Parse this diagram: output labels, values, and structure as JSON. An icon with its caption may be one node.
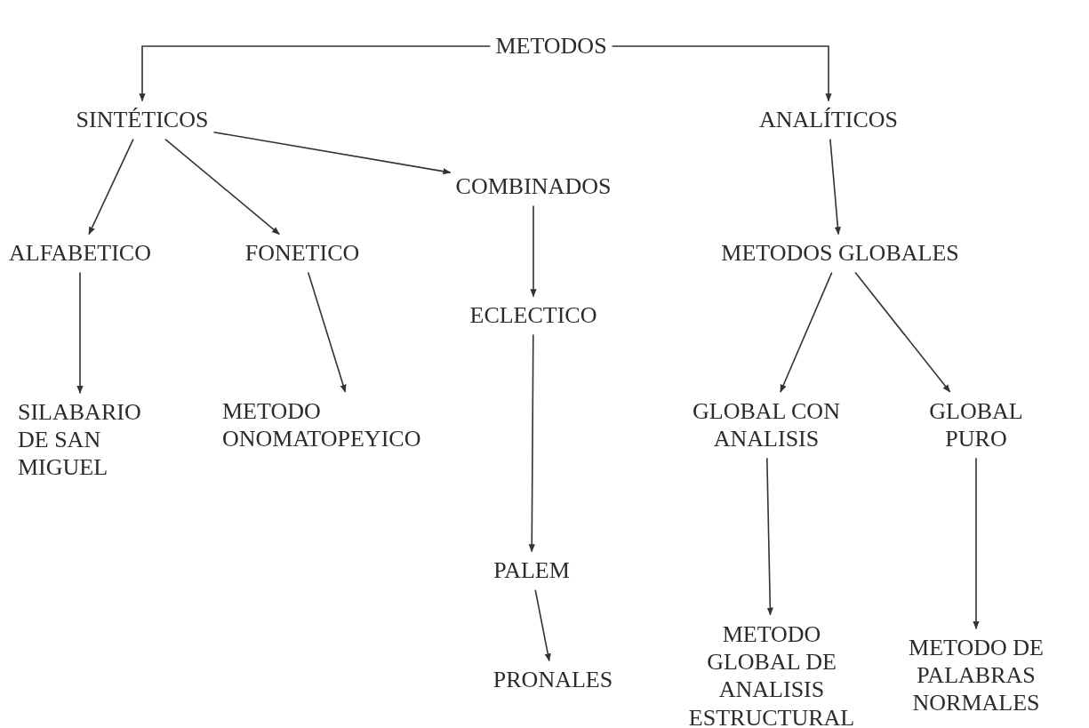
{
  "diagram": {
    "nodes": [
      {
        "text": [
          "METODOS"
        ]
      },
      {
        "text": [
          "SINTÉTICOS"
        ]
      },
      {
        "text": [
          "ANALÍTICOS"
        ]
      },
      {
        "text": [
          "COMBINADOS"
        ]
      },
      {
        "text": [
          "ALFABETICO"
        ]
      },
      {
        "text": [
          "FONETICO"
        ]
      },
      {
        "text": [
          "METODOS GLOBALES"
        ]
      },
      {
        "text": [
          "ECLECTICO"
        ]
      },
      {
        "text": [
          "SILABARIO DE SAN MIGUEL"
        ]
      },
      {
        "text": [
          "METODO ONOMATOPEYICO"
        ]
      },
      {
        "text": [
          "GLOBAL CON ANALISIS"
        ]
      },
      {
        "text": [
          "GLOBAL PURO"
        ]
      },
      {
        "text": [
          "PALEM"
        ]
      },
      {
        "text": [
          "PRONALES"
        ]
      },
      {
        "text": [
          "METODO GLOBAL DE ANALISIS ESTRUCTURAL"
        ]
      },
      {
        "text": [
          "METODO DE PALABRAS NORMALES"
        ]
      }
    ],
    "edges": [
      {
        "from": 0,
        "to": 1,
        "arrow": "to"
      },
      {
        "from": 0,
        "to": 2,
        "arrow": "to"
      },
      {
        "from": 1,
        "to": 3,
        "arrow": "to"
      },
      {
        "from": 1,
        "to": 4,
        "arrow": "to"
      },
      {
        "from": 1,
        "to": 5,
        "arrow": "to"
      },
      {
        "from": 2,
        "to": 6,
        "arrow": "to"
      },
      {
        "from": 3,
        "to": 7,
        "arrow": "to"
      },
      {
        "from": 4,
        "to": 8,
        "arrow": "to"
      },
      {
        "from": 5,
        "to": 9,
        "arrow": "to"
      },
      {
        "from": 7,
        "to": 12,
        "arrow": "to"
      },
      {
        "from": 12,
        "to": 13,
        "arrow": "to"
      },
      {
        "from": 6,
        "to": 10,
        "arrow": "to"
      },
      {
        "from": 6,
        "to": 11,
        "arrow": "to"
      },
      {
        "from": 10,
        "to": 14,
        "arrow": "to"
      },
      {
        "from": 11,
        "to": 15,
        "arrow": "to"
      }
    ]
  }
}
